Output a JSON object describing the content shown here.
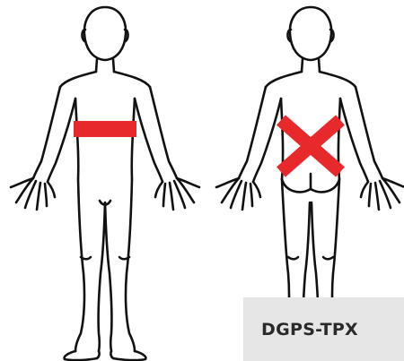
{
  "product_label": "DGPS-TPX",
  "colors": {
    "highlight": "#e8292b",
    "outline": "#111111",
    "label_background": "#e6e6e6",
    "label_text": "#2a2a2a"
  },
  "figures": [
    {
      "view": "front",
      "highlight_shape": "band"
    },
    {
      "view": "back",
      "highlight_shape": "cross"
    }
  ]
}
